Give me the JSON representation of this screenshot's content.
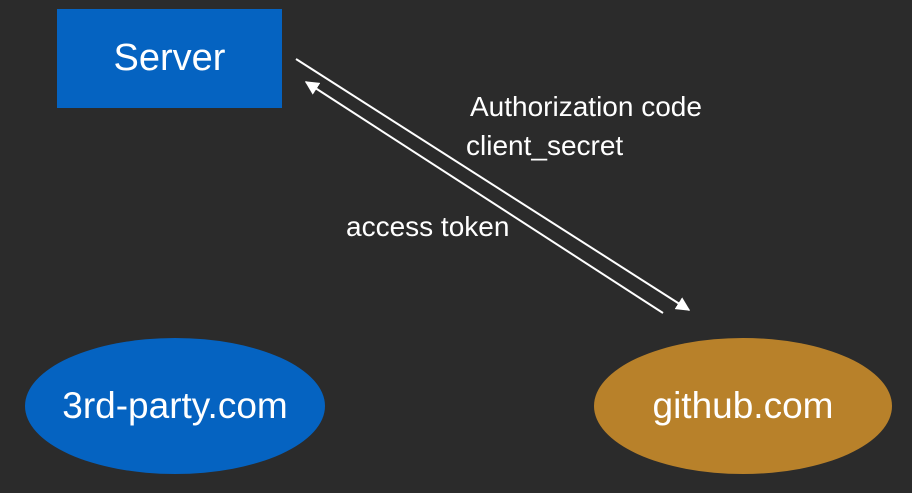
{
  "nodes": {
    "server": {
      "label": "Server",
      "color": "#0563c1"
    },
    "third_party": {
      "label": "3rd-party.com",
      "color": "#0563c1"
    },
    "github": {
      "label": "github.com",
      "color": "#b8812a"
    }
  },
  "edges": {
    "request": {
      "labels": [
        "Authorization code",
        "client_secret"
      ],
      "from": "server",
      "to": "github"
    },
    "response": {
      "label": "access token",
      "from": "github",
      "to": "server"
    }
  },
  "colors": {
    "background": "#2b2b2b",
    "arrow": "#ffffff",
    "text": "#ffffff"
  }
}
